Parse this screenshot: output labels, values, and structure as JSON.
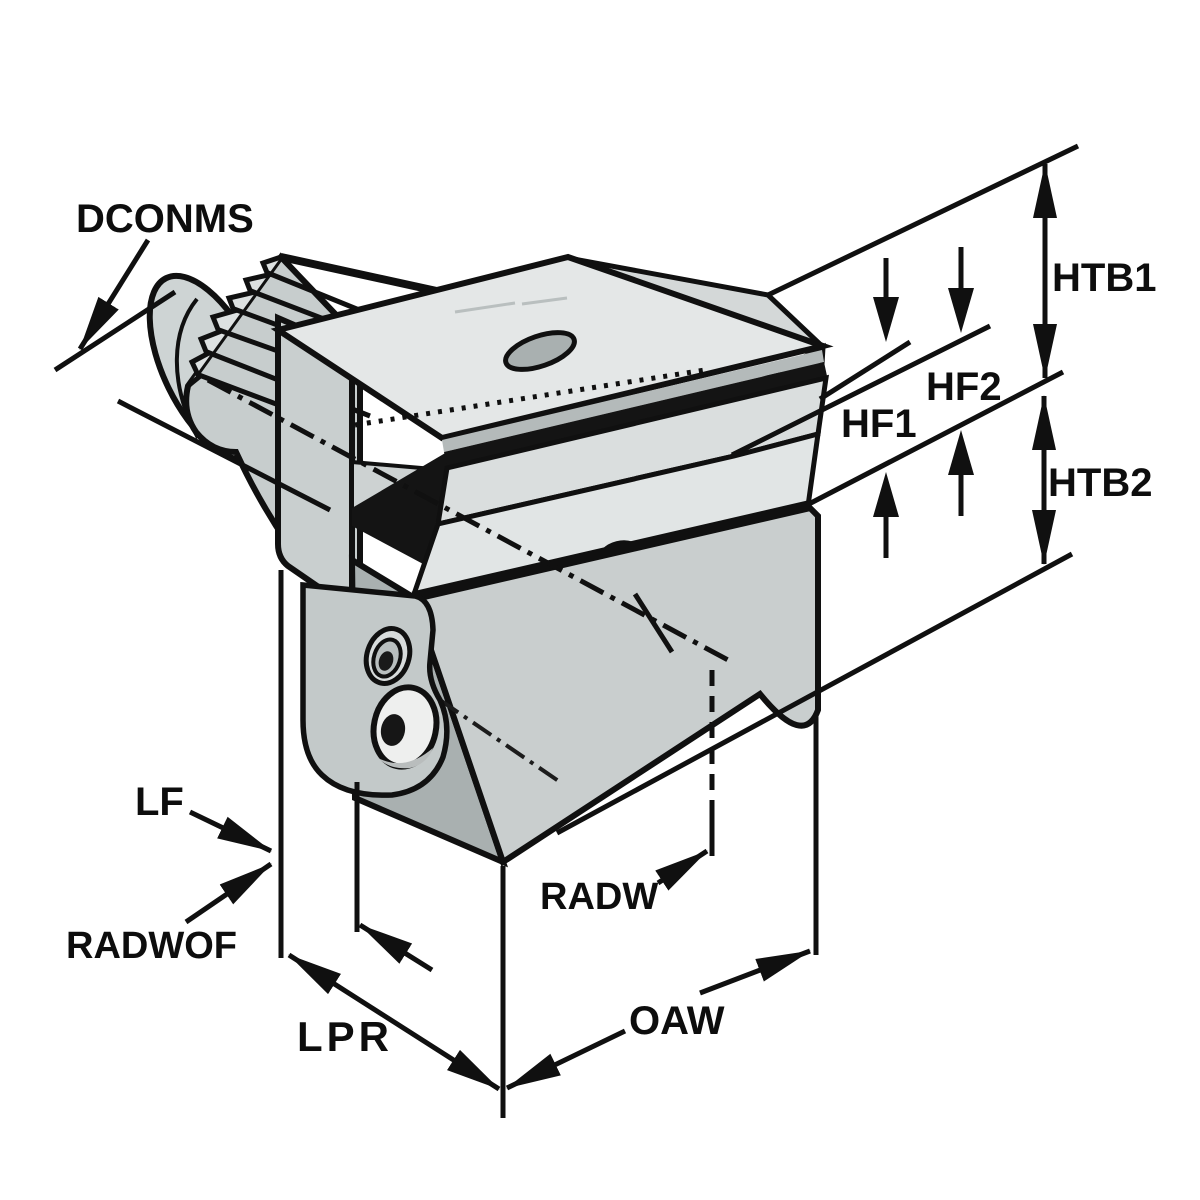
{
  "diagram": {
    "type": "isometric-dimension-drawing",
    "subject": "VDI serrated-shank radial tool holder, overhead form, with dimension reference lines",
    "background": "#ffffff",
    "ink": "#101010",
    "face_colors": {
      "top_face": "#e4e7e7",
      "mid_face": "#c9cfcf",
      "dark_face": "#a9b0b0",
      "slot": "#141414",
      "screw_metal": "#eeefee"
    },
    "labels": {
      "dconms": "DCONMS",
      "htb1": "HTB1",
      "hf2": "HF2",
      "hf1": "HF1",
      "htb2": "HTB2",
      "lf": "LF",
      "radwof": "RADWOF",
      "radw": "RADW",
      "lpr": "LPR",
      "oaw": "OAW"
    }
  }
}
